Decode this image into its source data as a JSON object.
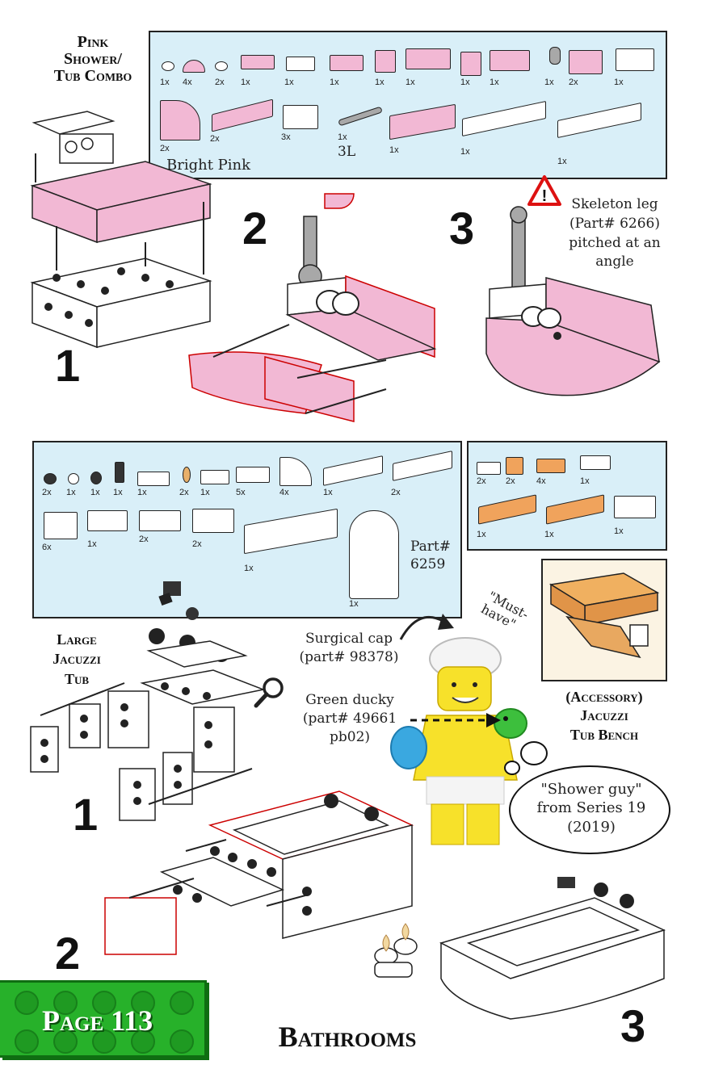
{
  "top_section": {
    "title": "Pink Shower/ Tub Combo",
    "title_lines": [
      "Pink",
      "Shower/",
      "Tub Combo"
    ],
    "parts_color_label": "Bright Pink",
    "parts_row1_qty": [
      "1x",
      "4x",
      "2x",
      "1x",
      "1x",
      "1x",
      "1x",
      "1x",
      "1x",
      "1x",
      "1x",
      "2x",
      "1x"
    ],
    "parts_row2_qty": [
      "2x",
      "2x",
      "3x",
      "1x",
      "1x",
      "1x",
      "1x"
    ],
    "rod_label": "3L",
    "step_numbers": [
      "1",
      "2",
      "3"
    ],
    "warning_note": "Skeleton leg (Part# 6266) pitched at an angle",
    "warning_lines": [
      "Skeleton leg",
      "(Part# 6266)",
      "pitched at an",
      "angle"
    ]
  },
  "middle_section": {
    "parts_row1_qty": [
      "2x",
      "1x",
      "1x",
      "1x",
      "1x",
      "2x",
      "1x",
      "5x",
      "4x",
      "1x",
      "2x"
    ],
    "parts_row2_qty": [
      "6x",
      "1x",
      "2x",
      "2x",
      "1x",
      "1x"
    ],
    "part_note_lines": [
      "Part#",
      "6259"
    ],
    "orange_row1_qty": [
      "2x",
      "2x",
      "4x",
      "1x"
    ],
    "orange_row2_qty": [
      "1x",
      "1x",
      "1x"
    ]
  },
  "jacuzzi": {
    "title_lines": [
      "Large",
      "Jacuzzi",
      "Tub"
    ],
    "step_numbers": [
      "1",
      "2",
      "3"
    ],
    "accessory_lines": [
      "(Accessory)",
      "Jacuzzi",
      "Tub Bench"
    ]
  },
  "minifig": {
    "must_have": "\"Must-have\"",
    "must_have_lines": [
      "\"Must-",
      "have\""
    ],
    "cap_lines": [
      "Surgical cap",
      "(part# 98378)"
    ],
    "ducky_lines": [
      "Green ducky",
      "(part# 49661",
      "pb02)"
    ],
    "bubble_lines": [
      "\"Shower guy\"",
      "from Series 19",
      "(2019)"
    ]
  },
  "footer": {
    "page_label": "Page 113",
    "chapter": "Bathrooms"
  },
  "colors": {
    "parts_bg": "#d9eff8",
    "pink": "#f2b8d4",
    "green_tag": "#27b12a",
    "tan": "#e8b06a"
  }
}
